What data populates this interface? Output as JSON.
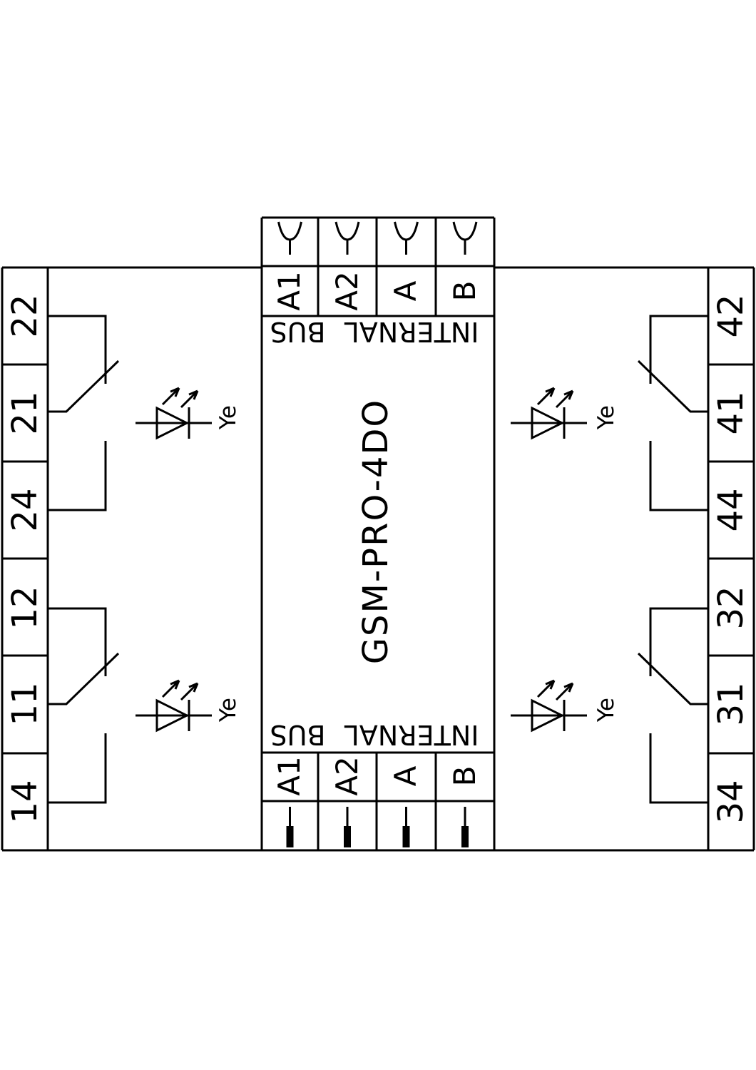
{
  "device": {
    "title": "GSM-PRO-4DO",
    "colors": {
      "line": "#000000",
      "background": "#ffffff"
    }
  },
  "internal_bus": {
    "top_label": "INTERNAL BUS",
    "bottom_label": "INTERNAL BUS"
  },
  "bus_terminals": {
    "top": [
      "A1",
      "A2",
      "A",
      "B"
    ],
    "bottom": [
      "A1",
      "A2",
      "A",
      "B"
    ]
  },
  "relay_terminals": {
    "left": [
      "22",
      "21",
      "24",
      "12",
      "11",
      "14"
    ],
    "right": [
      "42",
      "41",
      "44",
      "32",
      "31",
      "34"
    ]
  },
  "led_indicators": {
    "labels": [
      "Ye",
      "Ye",
      "Ye",
      "Ye"
    ]
  }
}
